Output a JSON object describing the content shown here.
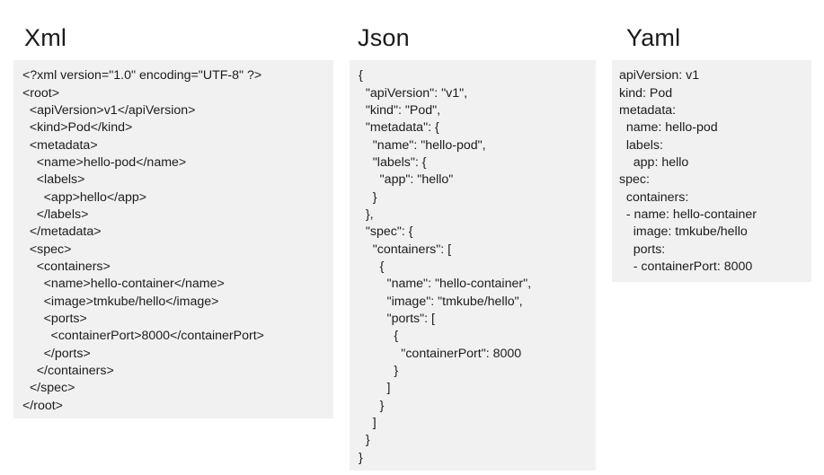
{
  "panels": [
    {
      "id": "xml",
      "title": "Xml",
      "format": "xml",
      "lines": [
        "<?xml version=\"1.0\" encoding=\"UTF-8\" ?>",
        "<root>",
        "  <apiVersion>v1</apiVersion>",
        "  <kind>Pod</kind>",
        "  <metadata>",
        "    <name>hello-pod</name>",
        "    <labels>",
        "      <app>hello</app>",
        "    </labels>",
        "  </metadata>",
        "  <spec>",
        "    <containers>",
        "      <name>hello-container</name>",
        "      <image>tmkube/hello</image>",
        "      <ports>",
        "        <containerPort>8000</containerPort>",
        "      </ports>",
        "    </containers>",
        "  </spec>",
        "</root>"
      ]
    },
    {
      "id": "json",
      "title": "Json",
      "format": "json",
      "lines": [
        "{",
        "  \"apiVersion\": \"v1\",",
        "  \"kind\": \"Pod\",",
        "  \"metadata\": {",
        "    \"name\": \"hello-pod\",",
        "    \"labels\": {",
        "      \"app\": \"hello\"",
        "    }",
        "  },",
        "  \"spec\": {",
        "    \"containers\": [",
        "      {",
        "        \"name\": \"hello-container\",",
        "        \"image\": \"tmkube/hello\",",
        "        \"ports\": [",
        "          {",
        "            \"containerPort\": 8000",
        "          }",
        "        ]",
        "      }",
        "    ]",
        "  }",
        "}"
      ]
    },
    {
      "id": "yaml",
      "title": "Yaml",
      "format": "yaml",
      "lines": [
        "apiVersion: v1",
        "kind: Pod",
        "metadata:",
        "  name: hello-pod",
        "  labels:",
        "    app: hello",
        "spec:",
        "  containers:",
        "  - name: hello-container",
        "    image: tmkube/hello",
        "    ports:",
        "    - containerPort: 8000"
      ]
    }
  ],
  "colors": {
    "page_background": "#ffffff",
    "code_background": "#f1f1f1",
    "title_text": "#1a1a1a",
    "code_text": "#1c1c1c"
  }
}
